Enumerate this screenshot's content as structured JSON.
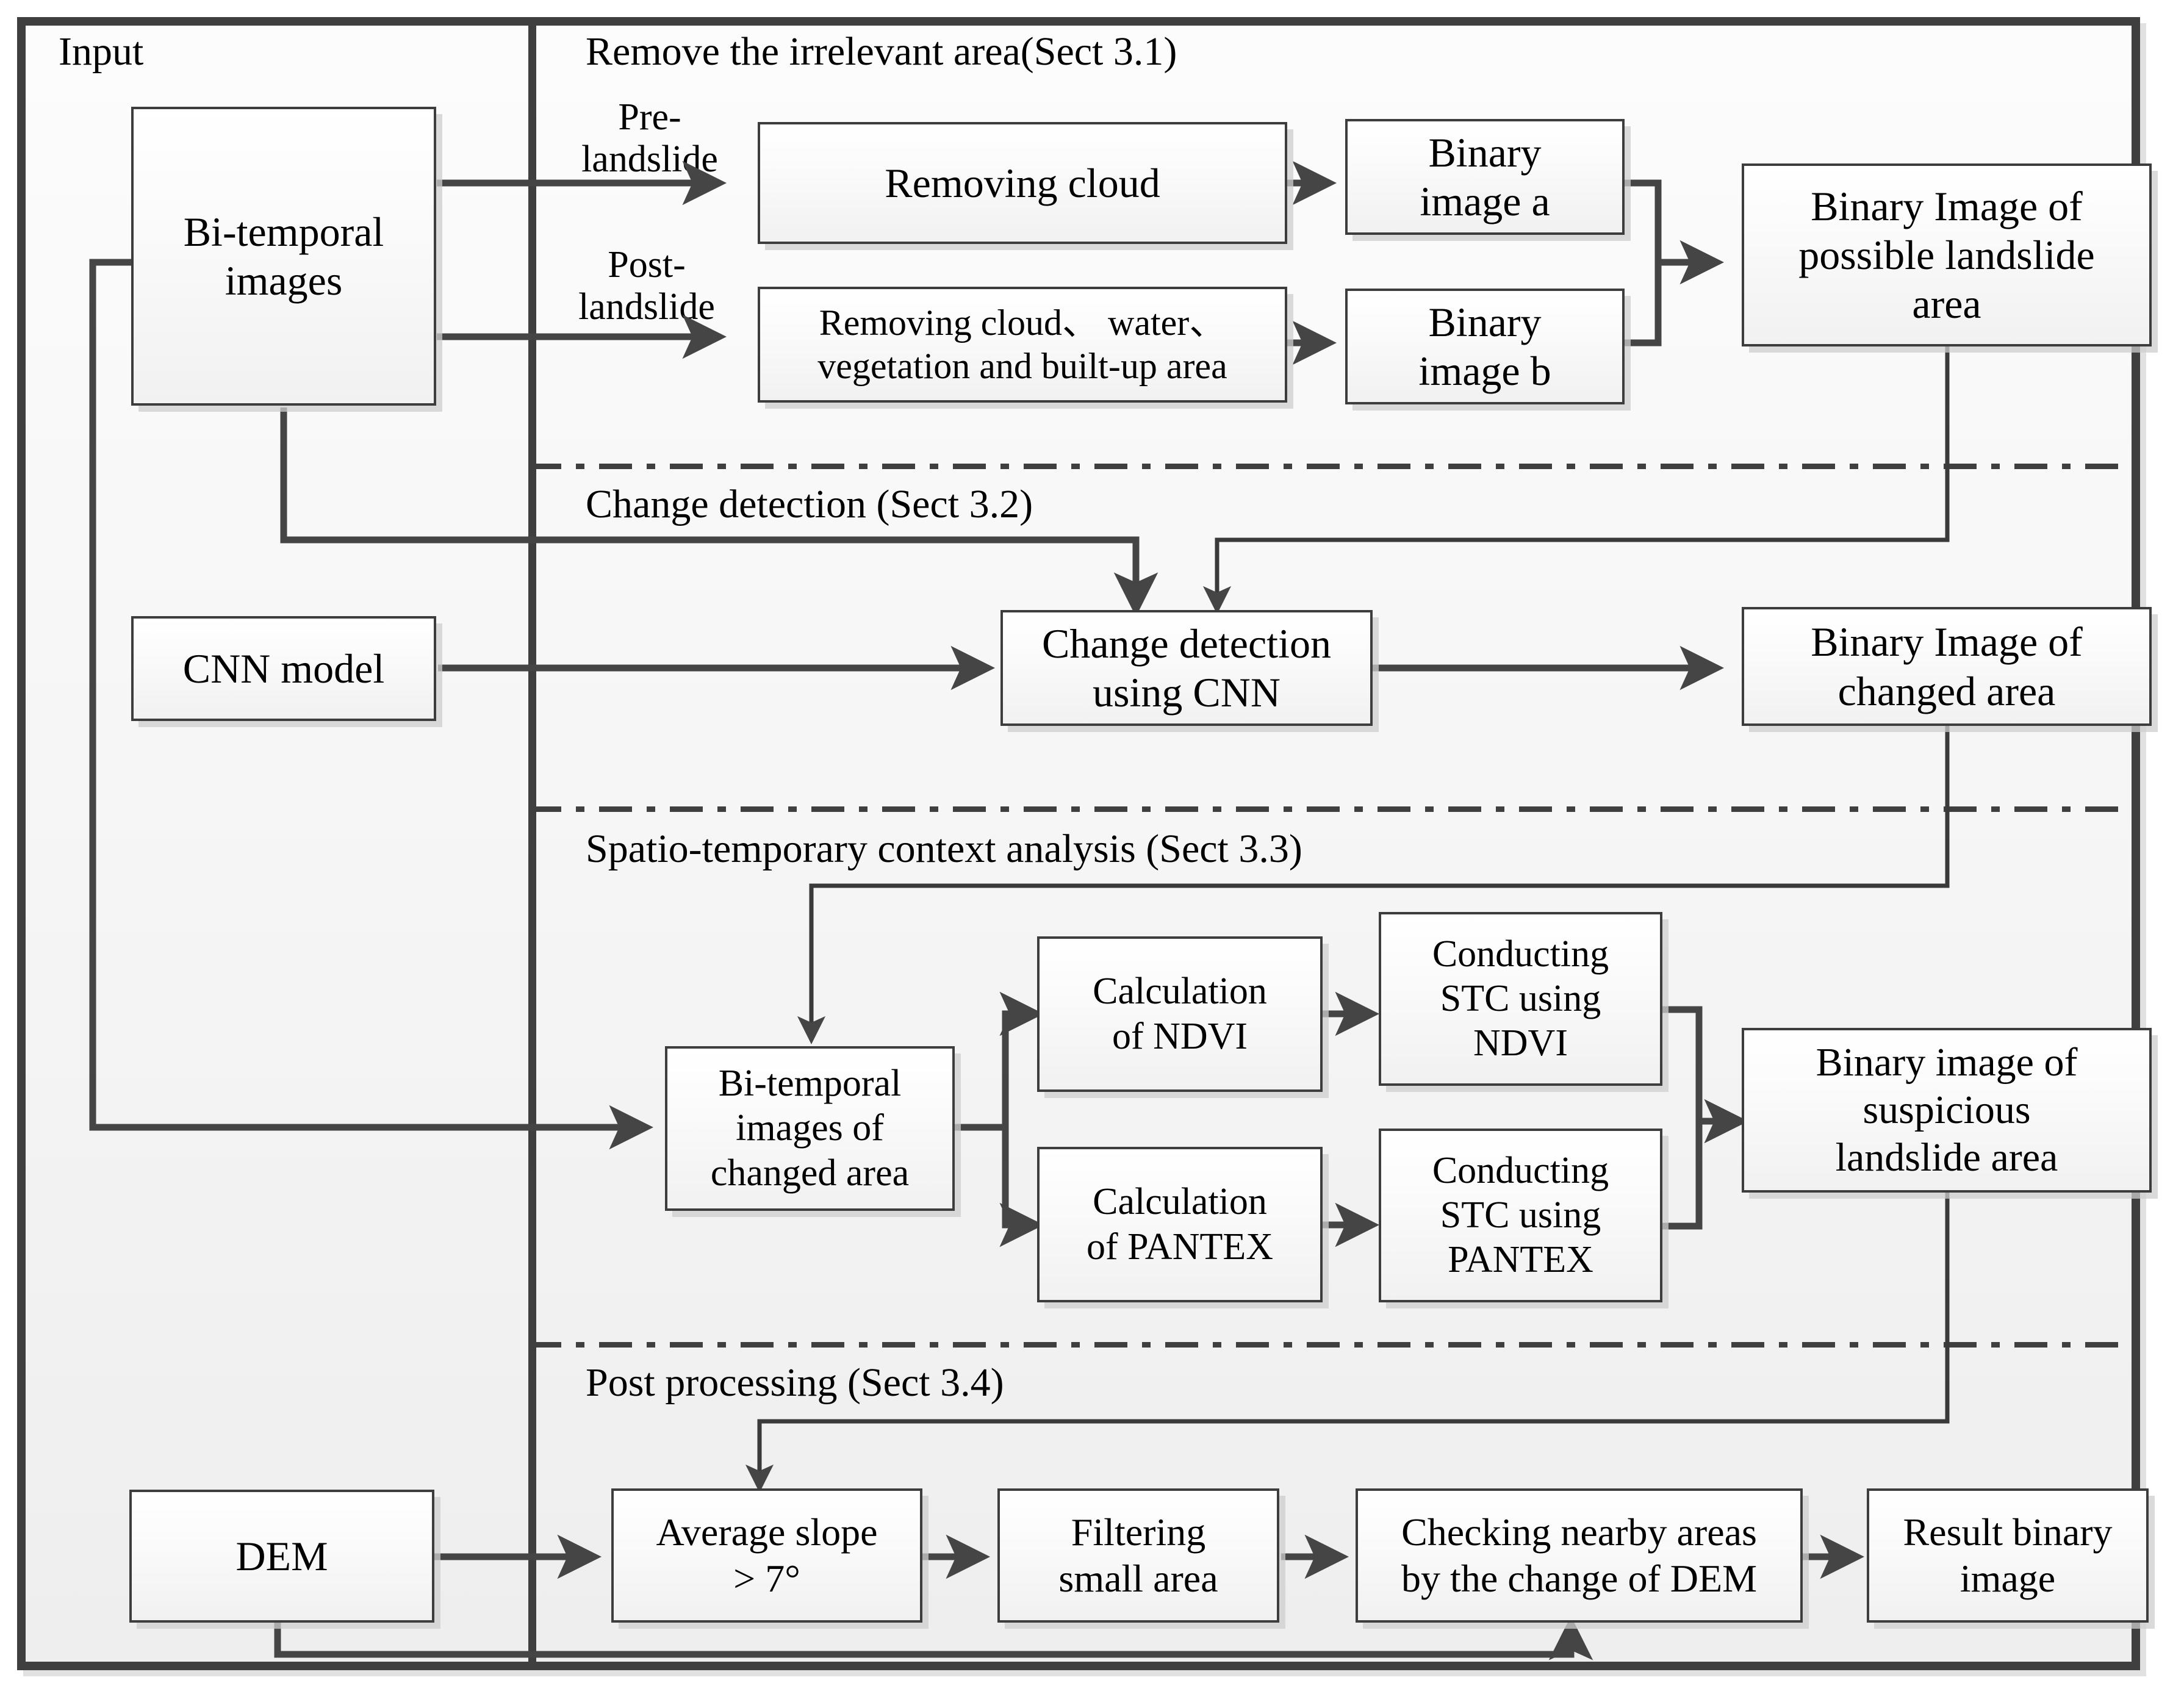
{
  "diagram": {
    "type": "flowchart",
    "title_column_label": "Input",
    "sections": [
      {
        "id": "sect31",
        "label": "Remove the irrelevant area(Sect 3.1)"
      },
      {
        "id": "sect32",
        "label": "Change detection (Sect 3.2)"
      },
      {
        "id": "sect33",
        "label": "Spatio-temporary context analysis (Sect 3.3)"
      },
      {
        "id": "sect34",
        "label": "Post processing (Sect 3.4)"
      }
    ],
    "edge_labels": [
      {
        "id": "pre",
        "text": "Pre-landslide",
        "line1": "Pre-",
        "line2": "landslide"
      },
      {
        "id": "post",
        "text": "Post-landslide",
        "line1": "Post-",
        "line2": "landslide"
      }
    ],
    "nodes": [
      {
        "id": "bitemporal_images",
        "label": "Bi-temporal images"
      },
      {
        "id": "removing_cloud",
        "label": "Removing cloud"
      },
      {
        "id": "removing_cloud_water",
        "label": "Removing cloud、water、vegetation and built-up area"
      },
      {
        "id": "binary_image_a",
        "label": "Binary image a"
      },
      {
        "id": "binary_image_b",
        "label": "Binary image b"
      },
      {
        "id": "binary_possible_landslide",
        "label": "Binary Image of possible landslide area"
      },
      {
        "id": "cnn_model",
        "label": "CNN model"
      },
      {
        "id": "change_detection_cnn",
        "label": "Change detection using CNN"
      },
      {
        "id": "binary_changed_area",
        "label": "Binary Image of changed area"
      },
      {
        "id": "bitemporal_changed",
        "label": "Bi-temporal images of changed area"
      },
      {
        "id": "calc_ndvi",
        "label": "Calculation of NDVI"
      },
      {
        "id": "calc_pantex",
        "label": "Calculation of PANTEX"
      },
      {
        "id": "stc_ndvi",
        "label": "Conducting STC using NDVI"
      },
      {
        "id": "stc_pantex",
        "label": "Conducting STC using PANTEX"
      },
      {
        "id": "binary_suspicious",
        "label": "Binary image of suspicious landslide area"
      },
      {
        "id": "dem",
        "label": "DEM"
      },
      {
        "id": "avg_slope",
        "label": "Average slope > 7°"
      },
      {
        "id": "filter_small",
        "label": "Filtering small area"
      },
      {
        "id": "check_dem",
        "label": "Checking nearby areas by the change of DEM"
      },
      {
        "id": "result_binary",
        "label": "Result binary image"
      }
    ],
    "node_text": {
      "bitemporal_images": [
        "Bi-temporal",
        "images"
      ],
      "removing_cloud": [
        "Removing cloud"
      ],
      "removing_cloud_water": [
        "Removing cloud、 water、",
        "vegetation and built-up area"
      ],
      "binary_image_a": [
        "Binary",
        "image a"
      ],
      "binary_image_b": [
        "Binary",
        "image b"
      ],
      "binary_possible_landslide": [
        "Binary Image of",
        "possible landslide",
        "area"
      ],
      "cnn_model": [
        "CNN model"
      ],
      "change_detection_cnn": [
        "Change detection",
        "using CNN"
      ],
      "binary_changed_area": [
        "Binary Image of",
        "changed area"
      ],
      "bitemporal_changed": [
        "Bi-temporal",
        "images of",
        "changed area"
      ],
      "calc_ndvi": [
        "Calculation",
        "of NDVI"
      ],
      "calc_pantex": [
        "Calculation",
        "of PANTEX"
      ],
      "stc_ndvi": [
        "Conducting",
        "STC using",
        "NDVI"
      ],
      "stc_pantex": [
        "Conducting",
        "STC using",
        "PANTEX"
      ],
      "binary_suspicious": [
        "Binary image of",
        "suspicious",
        "landslide area"
      ],
      "dem": [
        "DEM"
      ],
      "avg_slope": [
        "Average slope",
        "> 7°"
      ],
      "filter_small": [
        "Filtering",
        "small area"
      ],
      "check_dem": [
        "Checking nearby areas",
        "by the change of DEM"
      ],
      "result_binary": [
        "Result binary",
        "image"
      ]
    },
    "colors": {
      "line": "#454545",
      "frame": "#3f3f3f",
      "box_border": "#3d3d3d",
      "box_fill_top": "#ffffff",
      "box_fill_bottom": "#f1f1f1",
      "background": "#f6f6f6",
      "text": "#000000"
    }
  }
}
